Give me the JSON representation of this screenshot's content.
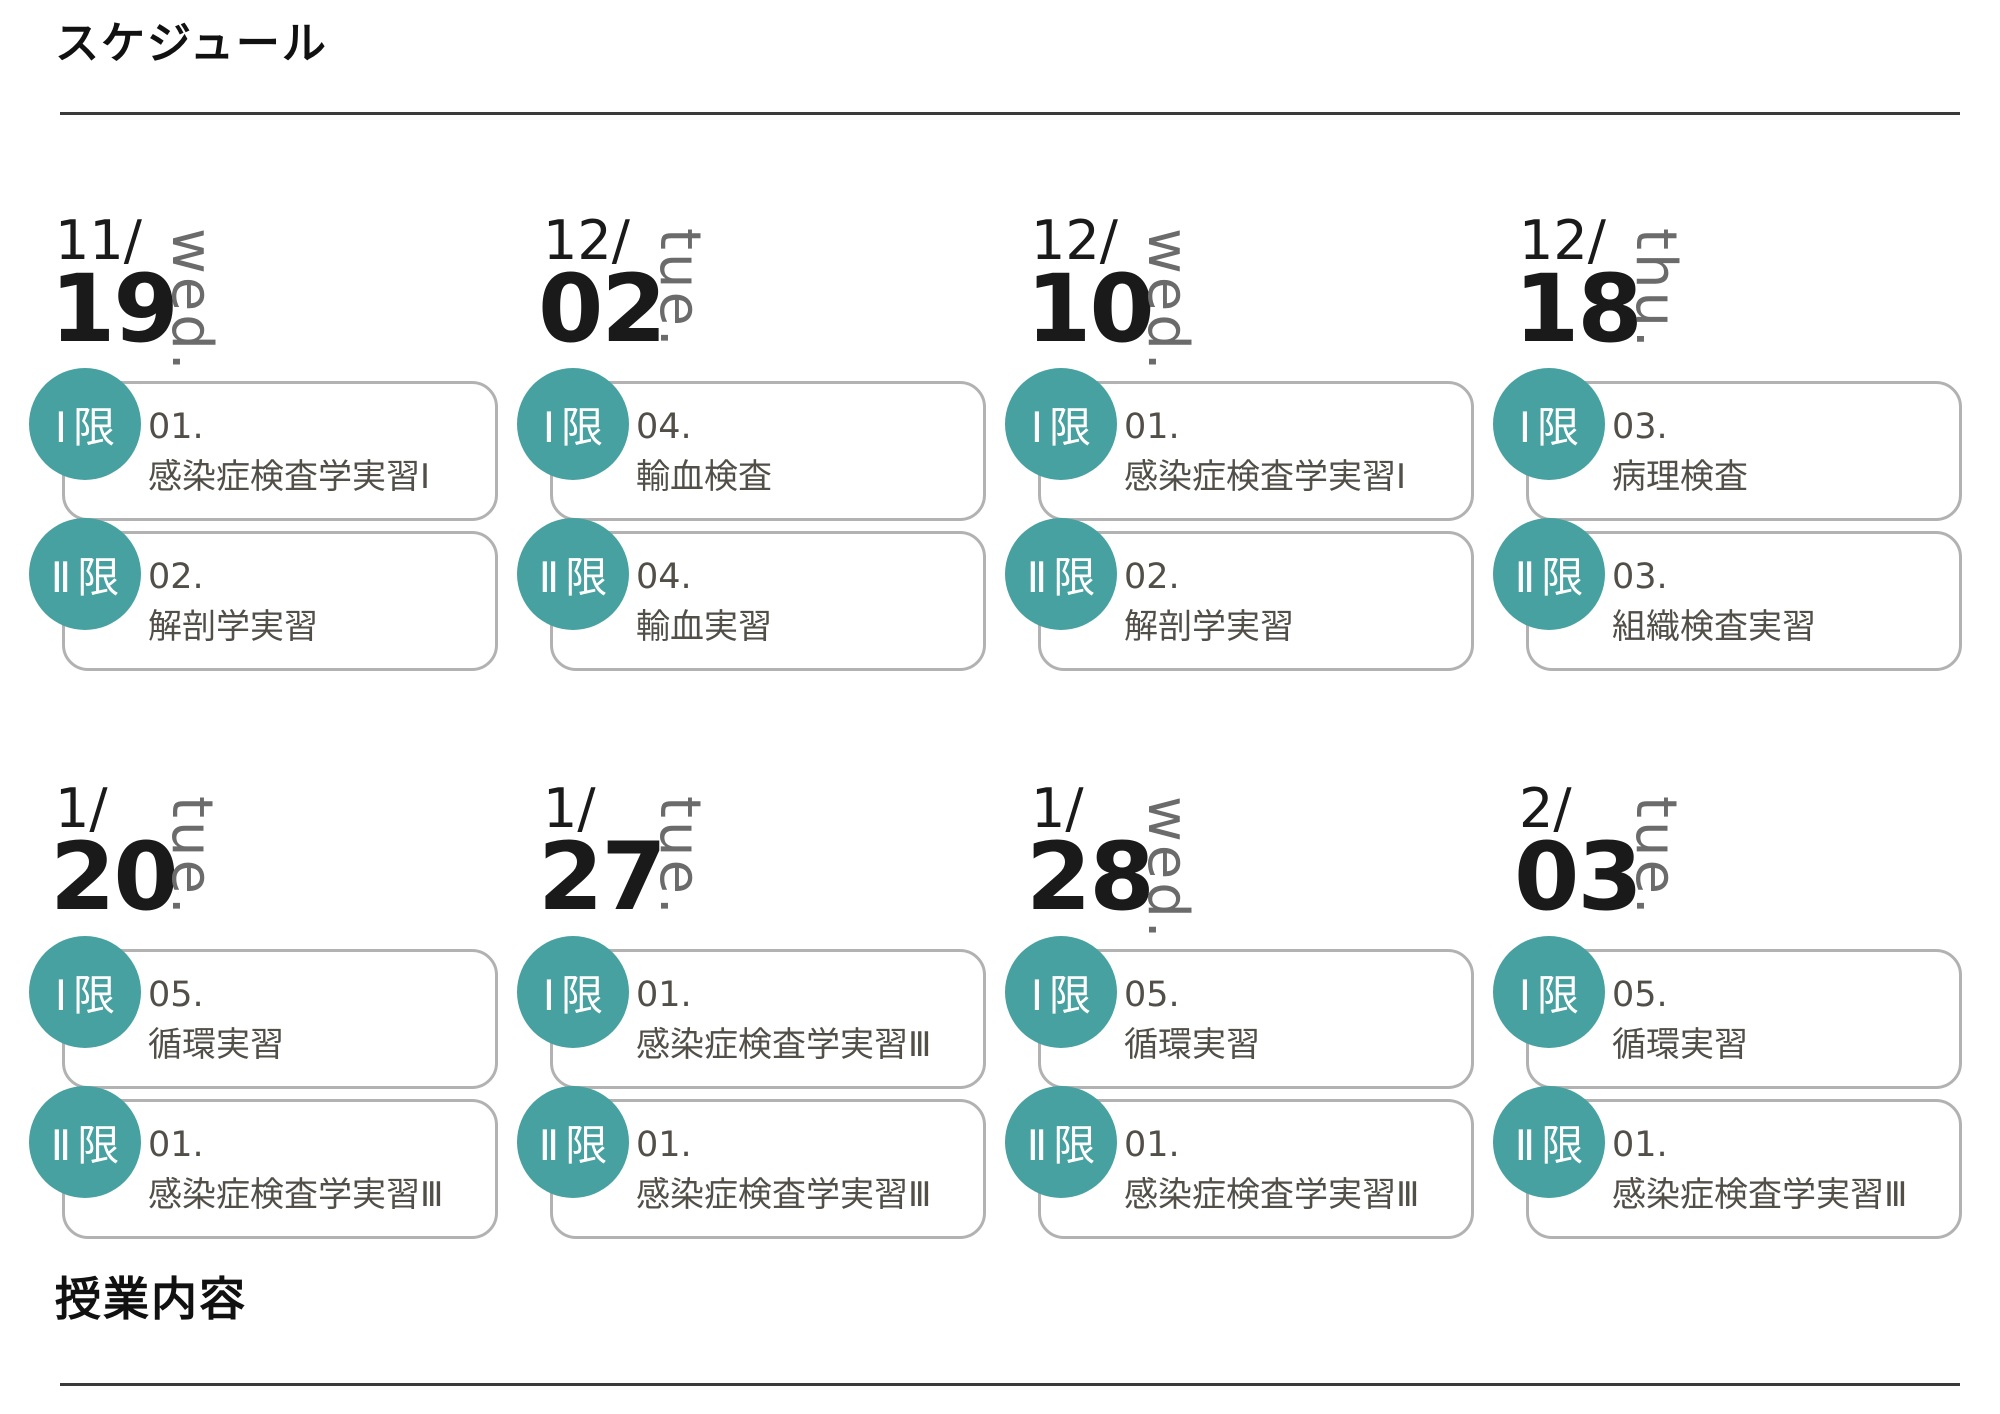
{
  "headers": {
    "schedule_title": "スケジュール",
    "content_title": "授業内容"
  },
  "colors": {
    "accent": "#47a1a1",
    "box_border": "#b2b2b2",
    "text_dark": "#524e48",
    "date_black": "#1a1a1a",
    "day_gray": "#6b6b6b",
    "rule": "#3a3a3a"
  },
  "cards": [
    {
      "month": "11/",
      "day": "19",
      "weekday": "wed.",
      "periods": [
        {
          "badge": "Ⅰ限",
          "number": "01.",
          "title": "感染症検査学実習Ⅰ"
        },
        {
          "badge": "Ⅱ限",
          "number": "02.",
          "title": "解剖学実習"
        }
      ]
    },
    {
      "month": "12/",
      "day": "02",
      "weekday": "tue.",
      "periods": [
        {
          "badge": "Ⅰ限",
          "number": "04.",
          "title": "輸血検査"
        },
        {
          "badge": "Ⅱ限",
          "number": "04.",
          "title": "輸血実習"
        }
      ]
    },
    {
      "month": "12/",
      "day": "10",
      "weekday": "wed.",
      "periods": [
        {
          "badge": "Ⅰ限",
          "number": "01.",
          "title": "感染症検査学実習Ⅰ"
        },
        {
          "badge": "Ⅱ限",
          "number": "02.",
          "title": "解剖学実習"
        }
      ]
    },
    {
      "month": "12/",
      "day": "18",
      "weekday": "thu.",
      "periods": [
        {
          "badge": "Ⅰ限",
          "number": "03.",
          "title": "病理検査"
        },
        {
          "badge": "Ⅱ限",
          "number": "03.",
          "title": "組織検査実習"
        }
      ]
    },
    {
      "month": "1/",
      "day": "20",
      "weekday": "tue.",
      "periods": [
        {
          "badge": "Ⅰ限",
          "number": "05.",
          "title": "循環実習"
        },
        {
          "badge": "Ⅱ限",
          "number": "01.",
          "title": "感染症検査学実習Ⅲ"
        }
      ]
    },
    {
      "month": "1/",
      "day": "27",
      "weekday": "tue.",
      "periods": [
        {
          "badge": "Ⅰ限",
          "number": "01.",
          "title": "感染症検査学実習Ⅲ"
        },
        {
          "badge": "Ⅱ限",
          "number": "01.",
          "title": "感染症検査学実習Ⅲ"
        }
      ]
    },
    {
      "month": "1/",
      "day": "28",
      "weekday": "wed.",
      "periods": [
        {
          "badge": "Ⅰ限",
          "number": "05.",
          "title": "循環実習"
        },
        {
          "badge": "Ⅱ限",
          "number": "01.",
          "title": "感染症検査学実習Ⅲ"
        }
      ]
    },
    {
      "month": "2/",
      "day": "03",
      "weekday": "tue.",
      "periods": [
        {
          "badge": "Ⅰ限",
          "number": "05.",
          "title": "循環実習"
        },
        {
          "badge": "Ⅱ限",
          "number": "01.",
          "title": "感染症検査学実習Ⅲ"
        }
      ]
    }
  ]
}
